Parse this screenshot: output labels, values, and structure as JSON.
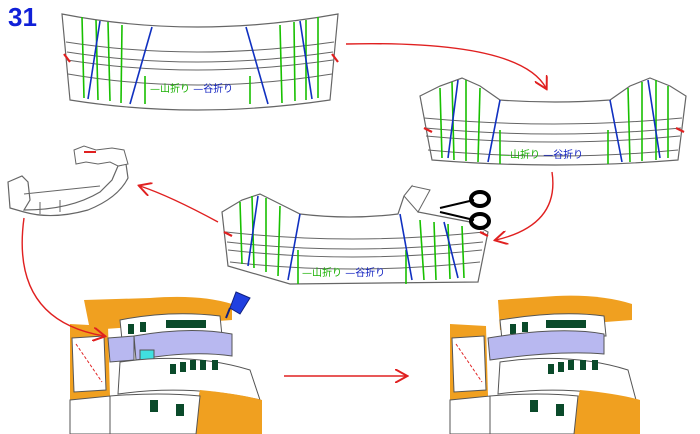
{
  "step_number": "31",
  "fold_legend": {
    "mountain": "—山折り",
    "valley": "—谷折り"
  },
  "colors": {
    "step_number": "#1020d8",
    "mountain_fold": "#18c000",
    "valley_fold": "#1030c0",
    "cut_mark": "#e02020",
    "arrow": "#e02020",
    "outline": "#606060",
    "deck_orange": "#f0a020",
    "deck_lavender": "#b8b8f0",
    "window_green": "#0a4a2a"
  },
  "icons": [
    "scissors-icon",
    "glue-applicator-icon"
  ]
}
